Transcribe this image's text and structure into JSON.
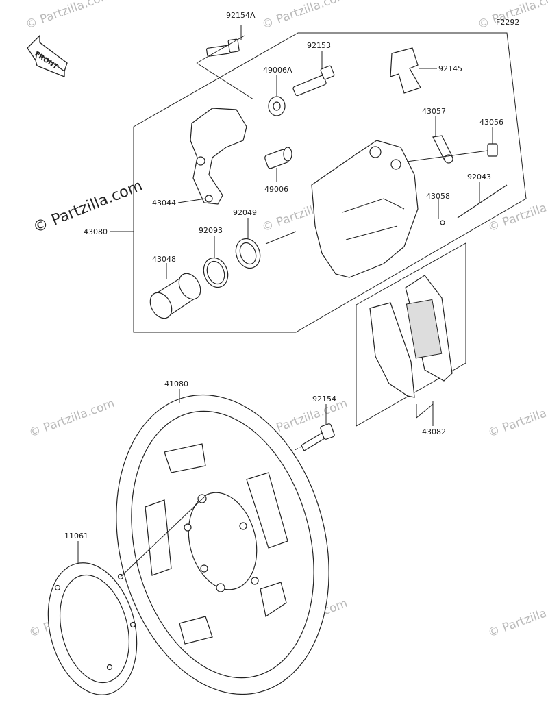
{
  "diagram_code": "F2292",
  "front_label": "FRONT",
  "watermark": "© Partzilla.com",
  "watermark_main": "© Partzilla.com",
  "parts": [
    {
      "id": "p-92154A",
      "number": "92154A"
    },
    {
      "id": "p-92153",
      "number": "92153"
    },
    {
      "id": "p-92145",
      "number": "92145"
    },
    {
      "id": "p-49006A",
      "number": "49006A"
    },
    {
      "id": "p-43057",
      "number": "43057"
    },
    {
      "id": "p-43056",
      "number": "43056"
    },
    {
      "id": "p-92043",
      "number": "92043"
    },
    {
      "id": "p-49006",
      "number": "49006"
    },
    {
      "id": "p-43058",
      "number": "43058"
    },
    {
      "id": "p-43044",
      "number": "43044"
    },
    {
      "id": "p-92049",
      "number": "92049"
    },
    {
      "id": "p-43080",
      "number": "43080"
    },
    {
      "id": "p-92093",
      "number": "92093"
    },
    {
      "id": "p-43048",
      "number": "43048"
    },
    {
      "id": "p-41080",
      "number": "41080"
    },
    {
      "id": "p-92154",
      "number": "92154"
    },
    {
      "id": "p-43082",
      "number": "43082"
    },
    {
      "id": "p-11061",
      "number": "11061"
    }
  ]
}
